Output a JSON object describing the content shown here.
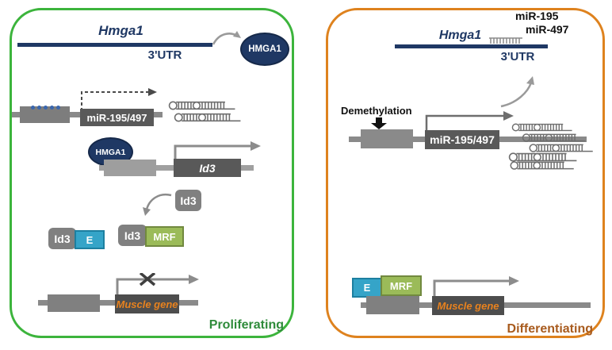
{
  "left_panel": {
    "state_label": "Proliferating",
    "gene": "Hmga1",
    "utr": "3'UTR",
    "protein": "HMGA1",
    "protein_bound": "HMGA1",
    "methylation_dots": 5,
    "mir_gene": "miR-195/497",
    "target_gene": "Id3",
    "released_factor": "Id3",
    "complex_e": {
      "id3": "Id3",
      "e": "E"
    },
    "complex_mrf": {
      "id3": "Id3",
      "mrf": "MRF"
    },
    "muscle_gene": "Muscle gene"
  },
  "right_panel": {
    "state_label": "Differentiating",
    "mirna_1": "miR-195",
    "mirna_2": "miR-497",
    "gene": "Hmga1",
    "utr": "3'UTR",
    "demethylation": "Demethylation",
    "mir_gene": "miR-195/497",
    "complex": {
      "e": "E",
      "mrf": "MRF"
    },
    "muscle_gene": "Muscle gene"
  },
  "colors": {
    "navy": "#1f3864",
    "green_border": "#3cb43c",
    "green_text": "#2e8b3a",
    "orange_border": "#de821e",
    "orange_text": "#a85b1e",
    "teal_box": "#35a4c8",
    "olive_box": "#9bbb59",
    "gray_box": "#808080",
    "dark_gene_box": "#595959",
    "muscle_text": "#e8821e",
    "methylation_blue": "#3a66ad"
  }
}
